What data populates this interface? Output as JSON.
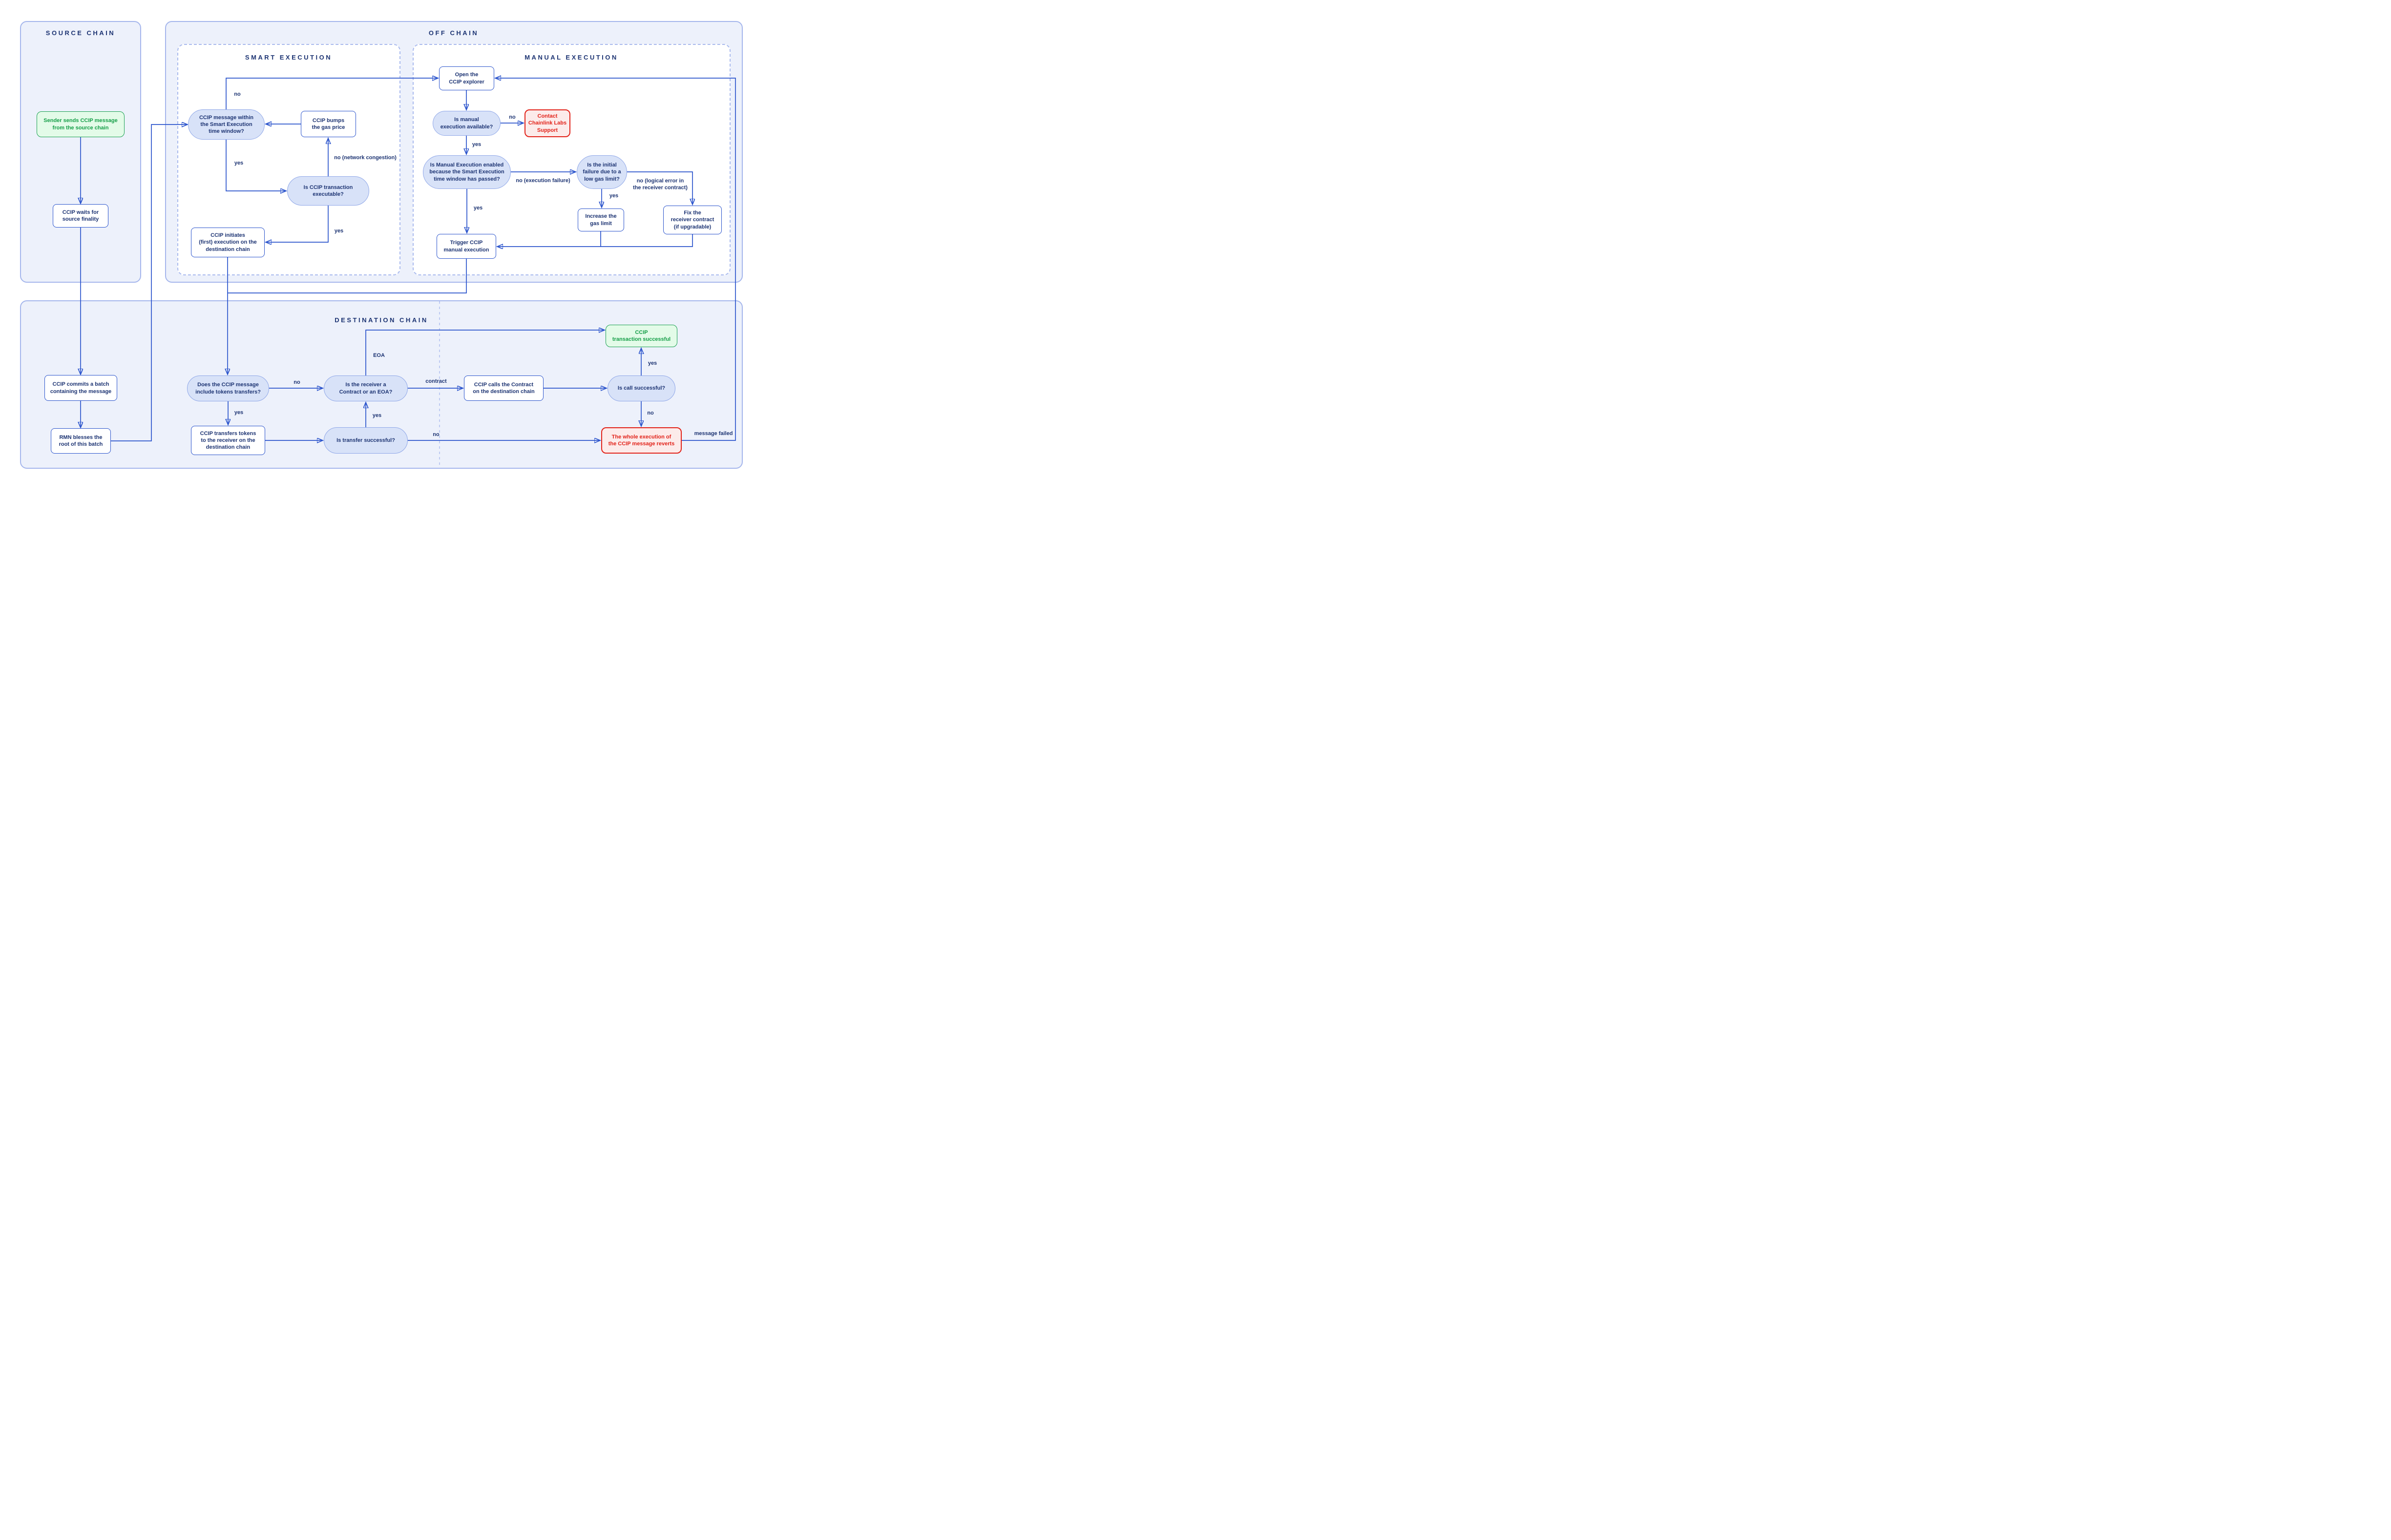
{
  "panels": {
    "source": {
      "title": "SOURCE CHAIN"
    },
    "off": {
      "title": "OFF CHAIN"
    },
    "smart": {
      "title": "SMART EXECUTION"
    },
    "manual": {
      "title": "MANUAL EXECUTION"
    },
    "destination": {
      "title": "DESTINATION CHAIN"
    }
  },
  "nodes": {
    "sender": {
      "label": "Sender sends CCIP message\nfrom the source chain"
    },
    "waits": {
      "label": "CCIP waits for\nsource finality"
    },
    "commits": {
      "label": "CCIP commits a batch\ncontaining the message"
    },
    "rmn": {
      "label": "RMN blesses the\nroot of this batch"
    },
    "msg_window": {
      "label": "CCIP message within\nthe Smart Execution\ntime window?"
    },
    "bumps": {
      "label": "CCIP bumps\nthe gas price"
    },
    "executable": {
      "label": "Is CCIP transaction\nexecutable?"
    },
    "initiates": {
      "label": "CCIP initiates\n(first) execution on the\ndestination chain"
    },
    "open_explorer": {
      "label": "Open the\nCCIP explorer"
    },
    "manual_available": {
      "label": "Is manual\nexecution available?"
    },
    "contact_support": {
      "label": "Contact\nChainlink Labs\nSupport"
    },
    "manual_enabled": {
      "label": "Is Manual Execution enabled\nbecause the Smart Execution\ntime window has passed?"
    },
    "initial_failure": {
      "label": "Is the initial\nfailure due to a\nlow gas limit?"
    },
    "increase_gas": {
      "label": "Increase the\ngas limit"
    },
    "fix_receiver": {
      "label": "Fix the\nreceiver contract\n(if upgradable)"
    },
    "trigger": {
      "label": "Trigger CCIP\nmanual execution"
    },
    "does_tokens": {
      "label": "Does the CCIP message\ninclude tokens transfers?"
    },
    "receiver_type": {
      "label": "Is the receiver a\nContract or an EOA?"
    },
    "calls_contract": {
      "label": "CCIP calls the Contract\non the destination chain"
    },
    "is_call": {
      "label": "Is call successful?"
    },
    "tx_success": {
      "label": "CCIP\ntransaction successful"
    },
    "transfers_tokens": {
      "label": "CCIP transfers tokens\nto the receiver on the\ndestination chain"
    },
    "is_transfer": {
      "label": "Is transfer successful?"
    },
    "reverts": {
      "label": "The whole execution of\nthe CCIP message reverts"
    }
  },
  "edges": {
    "smart_no": "no",
    "smart_yes": "yes",
    "congestion": "no (network congestion)",
    "executable_yes": "yes",
    "manual_available_no": "no",
    "manual_available_yes": "yes",
    "enabled_no": "no (execution failure)",
    "enabled_yes": "yes",
    "initial_failure_yes": "yes",
    "initial_failure_no": "no (logical error in\nthe receiver contract)",
    "tokens_no": "no",
    "tokens_yes": "yes",
    "transfer_yes": "yes",
    "transfer_no": "no",
    "contract": "contract",
    "eoa": "EOA",
    "call_yes": "yes",
    "call_no": "no",
    "message_failed": "message failed"
  },
  "colors": {
    "line": "#2b54cc",
    "navy": "#1d3473",
    "green": "#1ca152",
    "red": "#e2231a",
    "panel_fill": "#edf1fb",
    "panel_border": "#a5b6ec",
    "pill_fill": "#d8e2f8",
    "pill_border": "#8fa7e8"
  }
}
